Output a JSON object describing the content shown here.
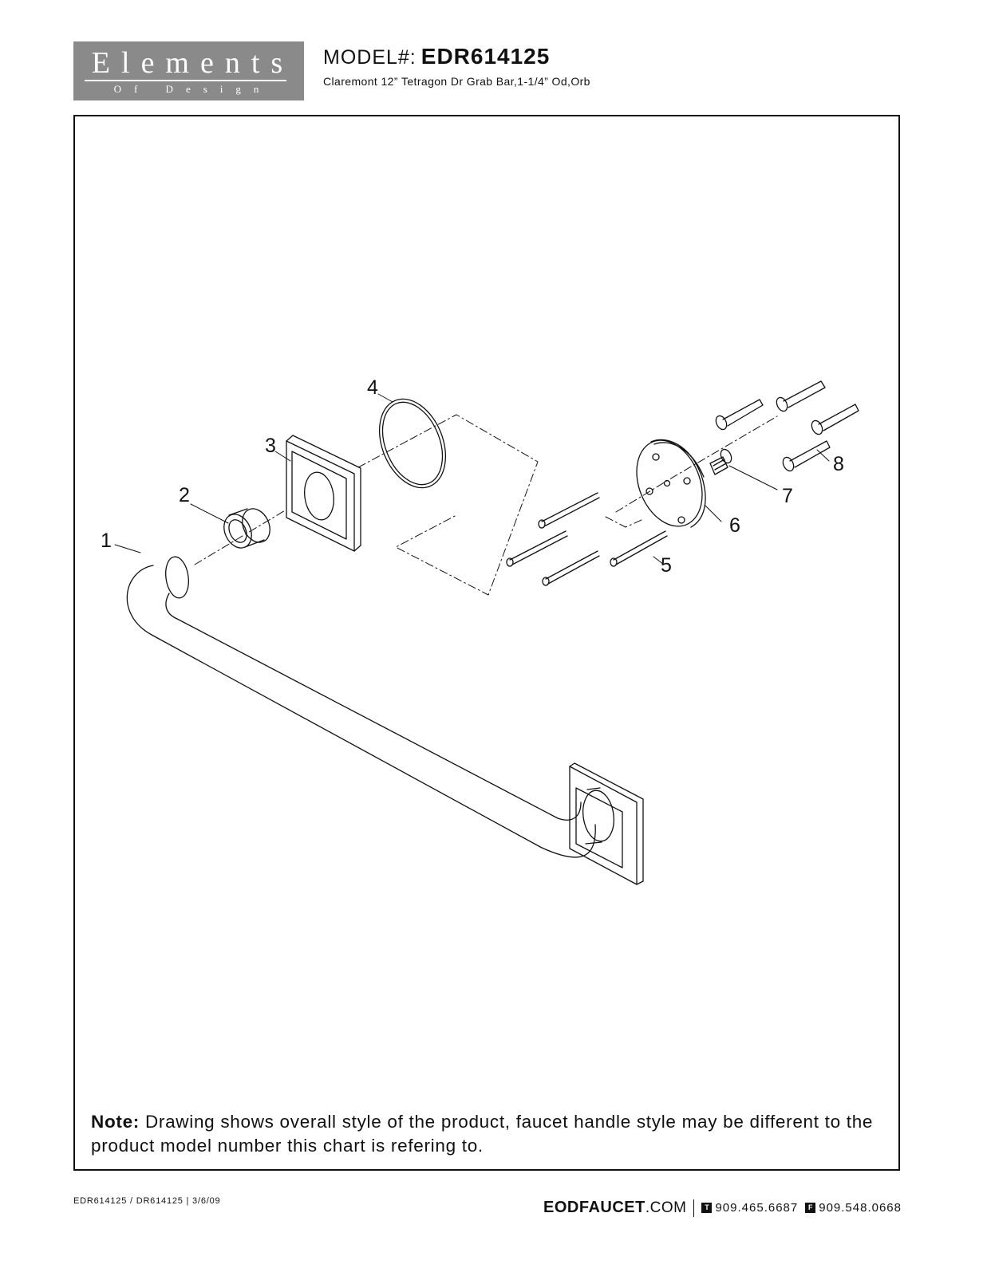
{
  "brand": {
    "name": "Elements",
    "tagline": "Of Design"
  },
  "header": {
    "model_label": "MODEL#:",
    "model_number": "EDR614125",
    "description": "Claremont 12” Tetragon Dr Grab Bar,1-1/4” Od,Orb"
  },
  "diagram": {
    "callouts": [
      {
        "id": 1,
        "label": "1"
      },
      {
        "id": 2,
        "label": "2"
      },
      {
        "id": 3,
        "label": "3"
      },
      {
        "id": 4,
        "label": "4"
      },
      {
        "id": 5,
        "label": "5"
      },
      {
        "id": 6,
        "label": "6"
      },
      {
        "id": 7,
        "label": "7"
      },
      {
        "id": 8,
        "label": "8"
      }
    ]
  },
  "note": {
    "label": "Note:",
    "text": " Drawing shows overall style of the product, faucet handle style may be different to the product model number this chart is refering to."
  },
  "footer": {
    "doc_ref": "EDR614125 / DR614125 | 3/6/09",
    "site_bold": "EODFAUCET",
    "site_tail": ".COM",
    "phone_badge": "T",
    "phone": "909.465.6687",
    "fax_badge": "F",
    "fax": "909.548.0668"
  }
}
